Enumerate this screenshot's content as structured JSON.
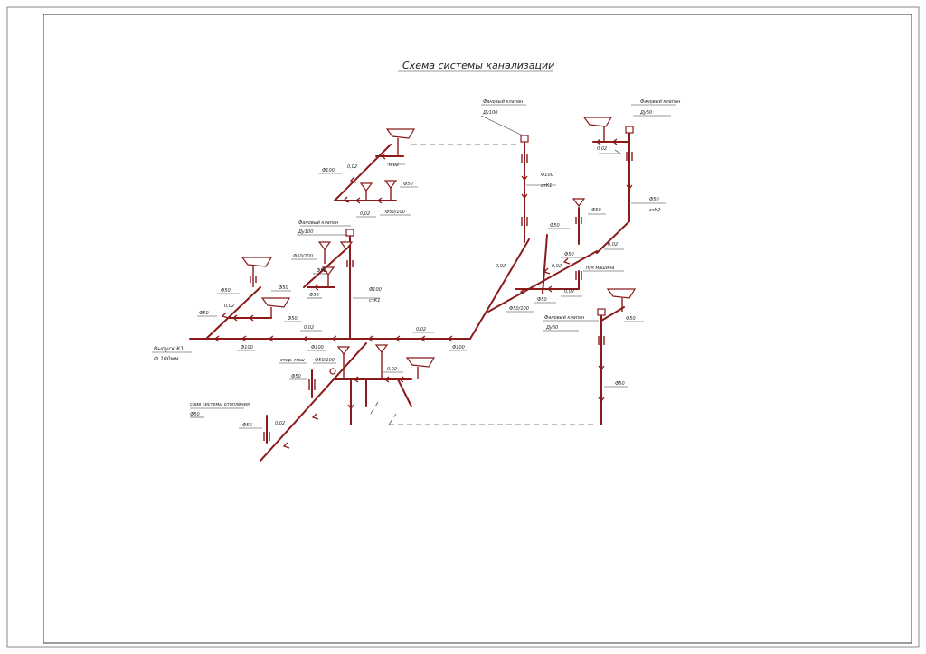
{
  "title": "Схема системы канализации",
  "labels": {
    "fan_valve_1": "Фановый клапан",
    "du100_1": "Ду100",
    "fan_valve_2": "Фановый клапан",
    "du50_2": "Ду50",
    "fan_valve_3": "Фановый клапан",
    "du100_3": "Ду100",
    "fan_valve_4": "Фановый клапан",
    "du50_4": "Ду50",
    "riser_k1": "стК1",
    "riser_k1b": "стК1",
    "riser_k2": "стК2",
    "d100_a": "Ф100",
    "d100_b": "Ф100",
    "d100_c": "Ф100",
    "d100_d": "Ф100",
    "d100_e": "Ф100",
    "d100_f": "Ф100",
    "d50_a": "Ф50",
    "d50_b": "Ф50",
    "d50_c": "Ф50",
    "d50_d": "Ф50",
    "d50_e": "Ф50",
    "d50_f": "Ф50",
    "d50_g": "Ф50",
    "d50_h": "Ф50",
    "d50_i": "Ф50",
    "d50_j": "Ф50",
    "d50_k": "Ф50",
    "d50_l": "Ф50",
    "d50_m": "Ф50",
    "d50_n": "Ф50",
    "d50_100_a": "Ф50/100",
    "d50_100_b": "Ф50/100",
    "d50_100_c": "Ф50/100",
    "d50_100_d": "Ф50/100",
    "slope_a": "0,02",
    "slope_b": "0,02",
    "slope_c": "0,02",
    "slope_d": "0,02",
    "slope_e": "0,02",
    "slope_f": "0,02",
    "slope_g": "0,02",
    "slope_h": "0,02",
    "slope_i": "0,02",
    "slope_j": "0,02",
    "slope_k": "0,02",
    "slope_l": "0,02",
    "washing_machine": "п/м машина",
    "washer_machine2": "стир. маш",
    "heating_drain": "слив системы отопления",
    "outlet": "Выпуск К1",
    "outlet_dia": "Ф 100мм"
  }
}
